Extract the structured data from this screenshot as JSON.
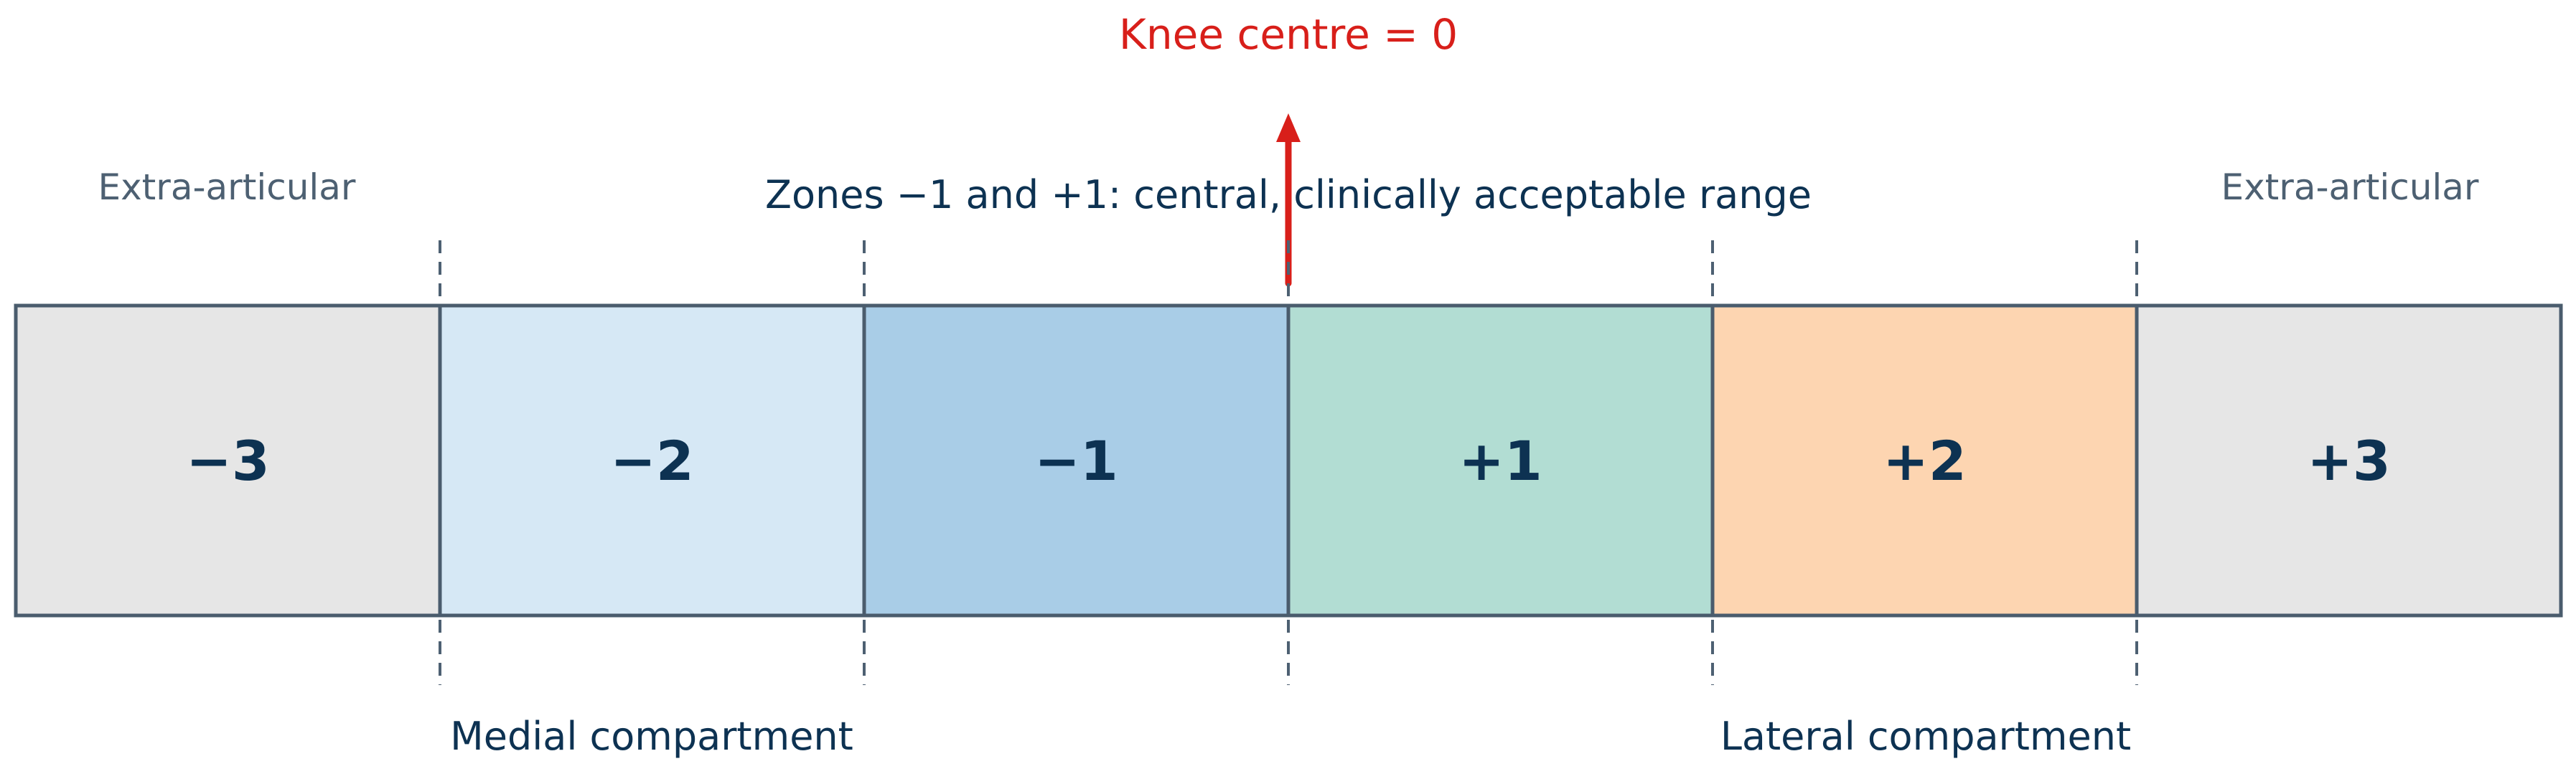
{
  "knee_centre": {
    "label": "Knee centre = 0",
    "color": "#d81f1a"
  },
  "central_caption": "Zones −1 and +1: central, clinically acceptable range",
  "extra_articular": {
    "left": "Extra-articular",
    "right": "Extra-articular"
  },
  "compartments": {
    "medial": "Medial compartment",
    "lateral": "Lateral compartment"
  },
  "zones": [
    {
      "label": "−3",
      "color": "#e6e6e6"
    },
    {
      "label": "−2",
      "color": "#d6e8f5"
    },
    {
      "label": "−1",
      "color": "#a9cde7"
    },
    {
      "label": "+1",
      "color": "#b2ddd3"
    },
    {
      "label": "+2",
      "color": "#fdd5b1"
    },
    {
      "label": "+3",
      "color": "#e6e6e6"
    }
  ],
  "colors": {
    "outline": "#4a5c6d",
    "text_dark": "#0d3252",
    "text_muted": "#4d6072"
  }
}
